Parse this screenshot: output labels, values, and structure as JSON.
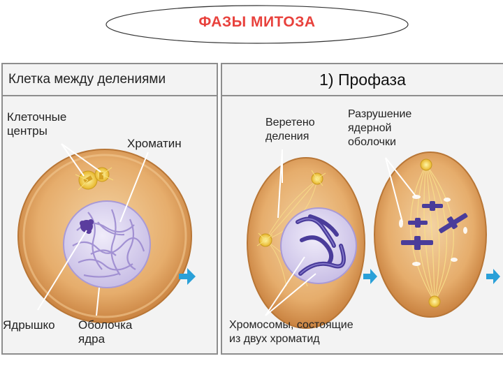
{
  "page_title": "ФАЗЫ МИТОЗА",
  "left_panel": {
    "heading": "Клетка между делениями",
    "labels": {
      "cell_centers": [
        "Клеточные",
        "центры"
      ],
      "chromatin": "Хроматин",
      "nucleolus": "Ядрышко",
      "nuclear_envelope": [
        "Оболочка",
        "ядра"
      ]
    }
  },
  "right_panel": {
    "heading": "1) Профаза",
    "labels": {
      "spindle": [
        "Веретено",
        "деления"
      ],
      "envelope_breakdown": [
        "Разрушение",
        "ядерной",
        "оболочки"
      ],
      "chromosomes": [
        "Хромосомы, состоящие",
        "из двух хроматид"
      ]
    }
  },
  "colors": {
    "title": "#e8413c",
    "arrow": "#2aa0d8",
    "cytoplasm": "#e3a866",
    "nucleus": "#ddd6f0",
    "chromosome": "#4a3c9a"
  }
}
